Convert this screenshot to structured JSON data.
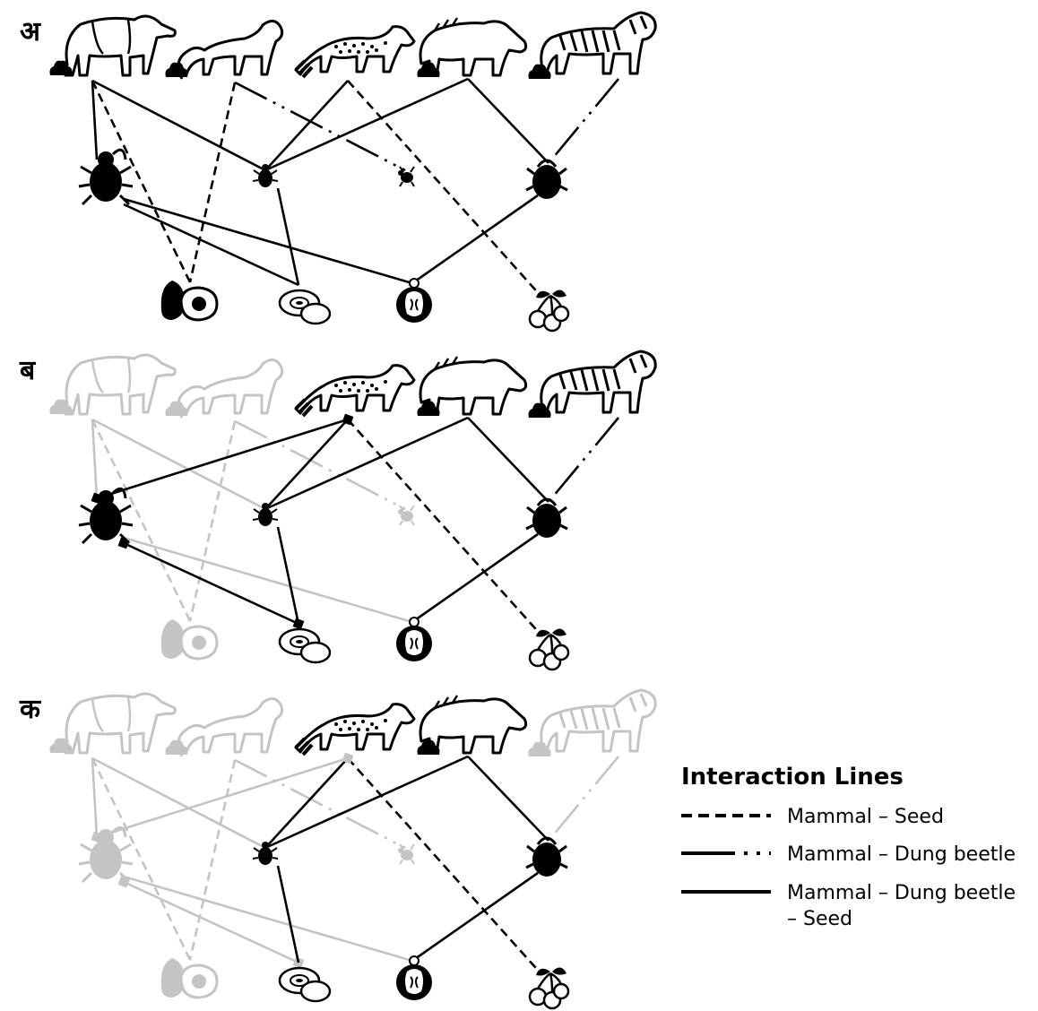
{
  "panels": [
    {
      "label": "अ"
    },
    {
      "label": "ब"
    },
    {
      "label": "क"
    }
  ],
  "legend": {
    "title": "Interaction Lines",
    "items": [
      {
        "style": "dashed",
        "label": "Mammal – Seed"
      },
      {
        "style": "dashdot",
        "label": "Mammal – Dung beetle"
      },
      {
        "style": "solid",
        "label": "Mammal – Dung beetle",
        "label2": "– Seed"
      }
    ]
  },
  "nodes": {
    "mammals": [
      "tapir-icon",
      "monkey-icon",
      "civet-icon",
      "boar-icon",
      "tiger-icon"
    ],
    "beetles": [
      "large-beetle-icon",
      "small-beetle-icon",
      "tiny-beetle-icon",
      "round-beetle-icon"
    ],
    "seeds": [
      "avocado-seed-icon",
      "kiwi-seed-icon",
      "mangosteen-seed-icon",
      "cherry-seed-icon"
    ]
  },
  "colors": {
    "active": "#000000",
    "faded": "#c4c4c4"
  },
  "edges": [
    {
      "from": "tapir-icon",
      "to": "large-beetle-icon",
      "type": "solid"
    },
    {
      "from": "tapir-icon",
      "to": "avocado-seed-icon",
      "type": "dashed"
    },
    {
      "from": "tapir-icon",
      "to": "small-beetle-icon",
      "type": "solid"
    },
    {
      "from": "monkey-icon",
      "to": "avocado-seed-icon",
      "type": "dashed"
    },
    {
      "from": "monkey-icon",
      "to": "tiny-beetle-icon",
      "type": "dashdot"
    },
    {
      "from": "civet-icon",
      "to": "small-beetle-icon",
      "type": "solid"
    },
    {
      "from": "civet-icon",
      "to": "cherry-seed-icon",
      "type": "dashed"
    },
    {
      "from": "boar-icon",
      "to": "small-beetle-icon",
      "type": "solid"
    },
    {
      "from": "boar-icon",
      "to": "round-beetle-icon",
      "type": "solid"
    },
    {
      "from": "tiger-icon",
      "to": "round-beetle-icon",
      "type": "dashdot"
    },
    {
      "from": "large-beetle-icon",
      "to": "kiwi-seed-icon",
      "type": "solid"
    },
    {
      "from": "large-beetle-icon",
      "to": "mangosteen-seed-icon",
      "type": "solid"
    },
    {
      "from": "small-beetle-icon",
      "to": "kiwi-seed-icon",
      "type": "solid"
    },
    {
      "from": "round-beetle-icon",
      "to": "mangosteen-seed-icon",
      "type": "solid"
    },
    {
      "from": "civet-icon",
      "to": "large-beetle-icon",
      "type": "solid"
    }
  ],
  "panel_states": [
    {
      "faded_nodes": [],
      "faded_edges": [],
      "hidden_edges": [
        14
      ]
    },
    {
      "faded_nodes": [
        "tapir-icon",
        "monkey-icon",
        "tiny-beetle-icon",
        "avocado-seed-icon"
      ],
      "faded_edges": [
        0,
        1,
        2,
        3,
        4,
        11
      ],
      "hidden_edges": [],
      "endpoint_markers": true
    },
    {
      "faded_nodes": [
        "tapir-icon",
        "monkey-icon",
        "tiger-icon",
        "large-beetle-icon",
        "tiny-beetle-icon",
        "avocado-seed-icon"
      ],
      "faded_edges": [
        0,
        1,
        2,
        3,
        4,
        9,
        10,
        11,
        14
      ],
      "hidden_edges": [],
      "endpoint_markers": true
    }
  ]
}
